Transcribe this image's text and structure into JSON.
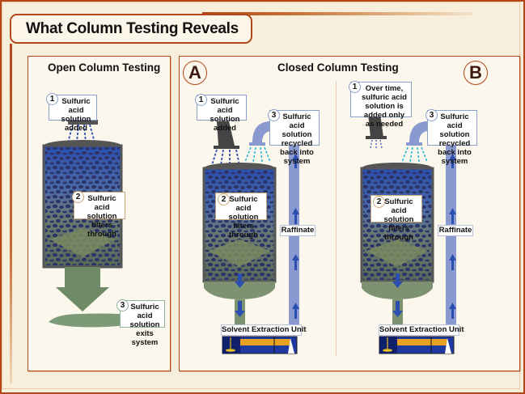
{
  "header": {
    "title": "What Column Testing Reveals"
  },
  "open_panel": {
    "title": "Open Column Testing",
    "steps": [
      {
        "number": "1",
        "text": "Sulfuric acid solution added"
      },
      {
        "number": "2",
        "text": "Sulfuric acid solution filters through"
      },
      {
        "number": "3",
        "text": "Sulfuric acid solution exits system"
      }
    ]
  },
  "closed_panel": {
    "title": "Closed Column Testing",
    "scenario_a": {
      "badge": "A",
      "steps": [
        {
          "number": "1",
          "text": "Sulfuric acid solution added"
        },
        {
          "number": "2",
          "text": "Sulfuric acid solution filters through"
        },
        {
          "number": "3",
          "text": "Sulfuric acid solution recycled back into system"
        }
      ],
      "return_label": "Raffinate",
      "unit_label": "Solvent Extraction Unit"
    },
    "scenario_b": {
      "badge": "B",
      "steps": [
        {
          "number": "1",
          "text": "Over time, sulfuric acid solution is added only as needed"
        },
        {
          "number": "2",
          "text": "Sulfuric acid solution filters through"
        },
        {
          "number": "3",
          "text": "Sulfuric acid solution recycled back into system"
        }
      ],
      "return_label": "Raffinate",
      "unit_label": "Solvent Extraction Unit"
    }
  },
  "colors": {
    "frame": "#b4461a",
    "solution_blue": "#2a4fb0",
    "pipe_blue": "#8a9ad0",
    "rock": "#2c3468",
    "exit_green": "#6f8a66",
    "unit_orange": "#e8a020"
  }
}
